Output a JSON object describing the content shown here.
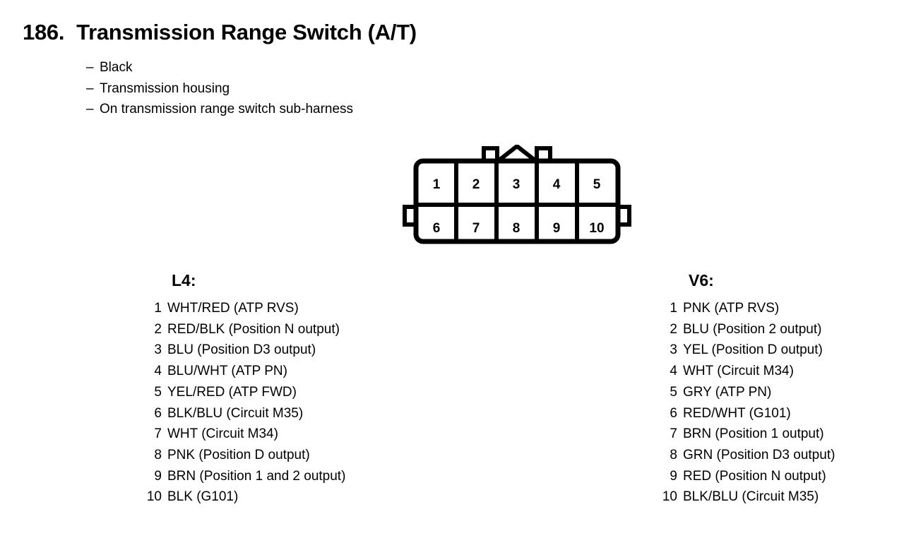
{
  "title": {
    "number": "186.",
    "text": "Transmission Range Switch (A/T)"
  },
  "notes": {
    "dash": "–",
    "lines": [
      "Black",
      "Transmission housing",
      "On transmission range switch sub-harness"
    ]
  },
  "connector": {
    "name": "10-pin-connector",
    "top_row": [
      "1",
      "2",
      "3",
      "4",
      "5"
    ],
    "bottom_row": [
      "6",
      "7",
      "8",
      "9",
      "10"
    ],
    "stroke_color": "#000000",
    "fill_color": "#ffffff"
  },
  "columns": [
    {
      "heading": "L4:",
      "pins": [
        {
          "index": "1",
          "label": "WHT/RED (ATP RVS)"
        },
        {
          "index": "2",
          "label": "RED/BLK (Position N output)"
        },
        {
          "index": "3",
          "label": "BLU (Position D3 output)"
        },
        {
          "index": "4",
          "label": "BLU/WHT (ATP PN)"
        },
        {
          "index": "5",
          "label": "YEL/RED (ATP FWD)"
        },
        {
          "index": "6",
          "label": "BLK/BLU (Circuit M35)"
        },
        {
          "index": "7",
          "label": "WHT (Circuit M34)"
        },
        {
          "index": "8",
          "label": "PNK (Position D output)"
        },
        {
          "index": "9",
          "label": "BRN (Position 1 and 2 output)"
        },
        {
          "index": "10",
          "label": "BLK (G101)"
        }
      ]
    },
    {
      "heading": "V6:",
      "pins": [
        {
          "index": "1",
          "label": "PNK (ATP RVS)"
        },
        {
          "index": "2",
          "label": "BLU (Position 2 output)"
        },
        {
          "index": "3",
          "label": "YEL (Position D output)"
        },
        {
          "index": "4",
          "label": "WHT (Circuit M34)"
        },
        {
          "index": "5",
          "label": "GRY (ATP PN)"
        },
        {
          "index": "6",
          "label": "RED/WHT (G101)"
        },
        {
          "index": "7",
          "label": "BRN (Position 1 output)"
        },
        {
          "index": "8",
          "label": "GRN (Position D3 output)"
        },
        {
          "index": "9",
          "label": "RED (Position N output)"
        },
        {
          "index": "10",
          "label": "BLK/BLU (Circuit M35)"
        }
      ]
    }
  ]
}
